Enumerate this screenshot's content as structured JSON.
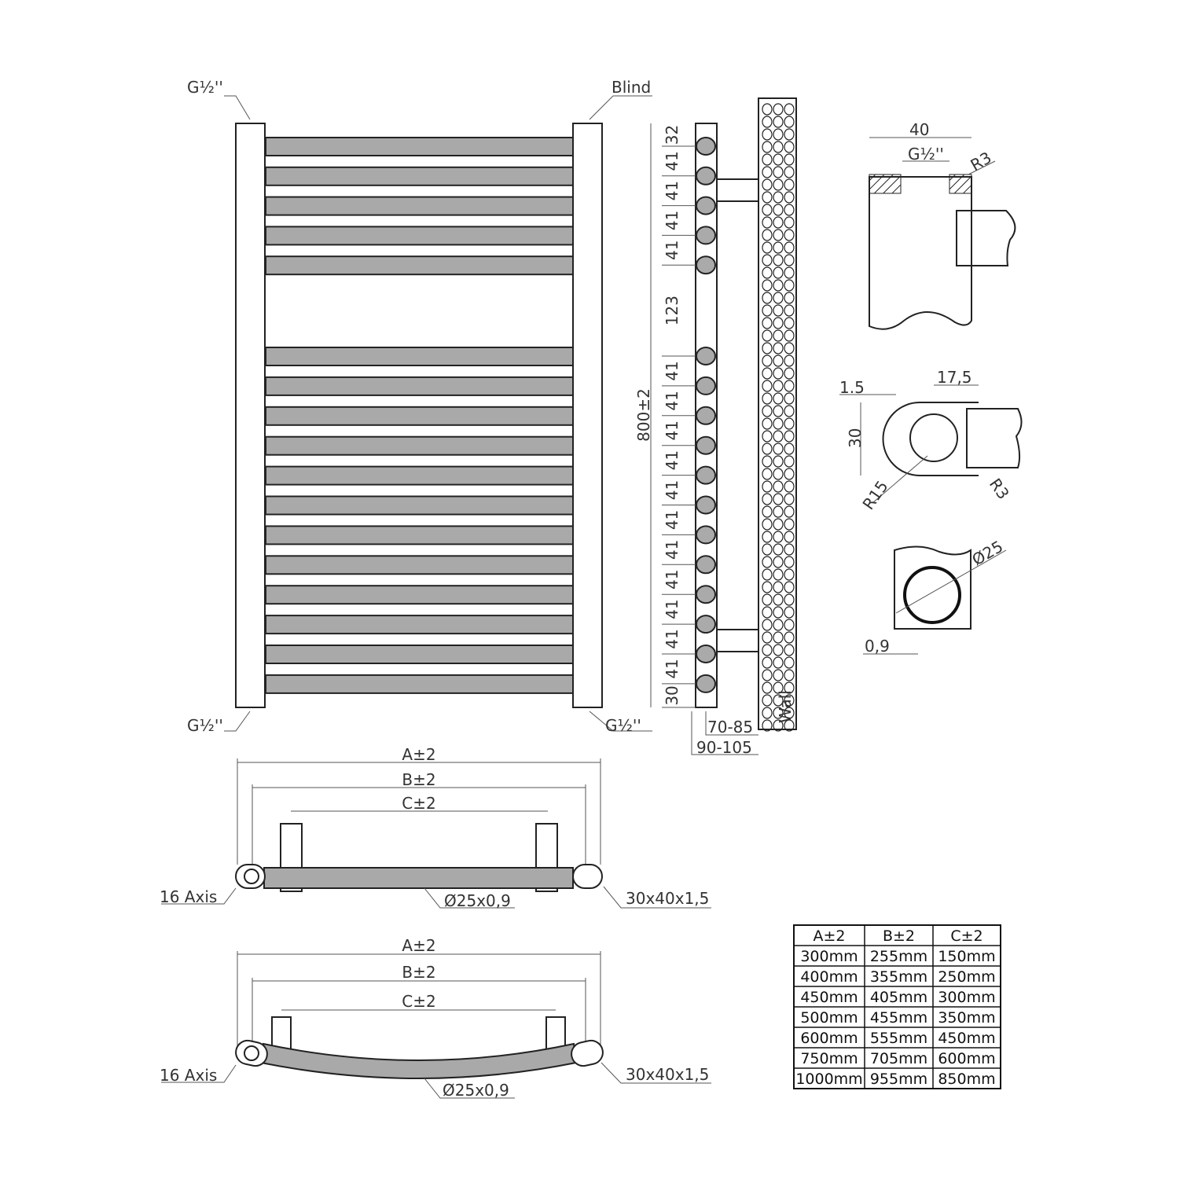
{
  "front_view": {
    "top_left_label": "G½''",
    "top_right_label": "Blind",
    "bottom_left_label": "G½''",
    "bottom_right_label": "G½''",
    "top_bar_count": 5,
    "bottom_bar_count": 12
  },
  "side_view": {
    "height_label": "800±2",
    "spacings": [
      "32",
      "41",
      "41",
      "41",
      "41",
      "123",
      "41",
      "41",
      "41",
      "41",
      "41",
      "41",
      "41",
      "41",
      "41",
      "41",
      "41",
      "30"
    ],
    "depth_inner": "70-85",
    "depth_outer": "90-105",
    "wall_label": "Wall"
  },
  "details": {
    "header_width": "40",
    "header_thread": "G½''",
    "header_radius": "R3",
    "profile_wall": "1.5",
    "profile_offset": "17,5",
    "profile_height": "30",
    "profile_radius": "R15",
    "profile_radius_small": "R3",
    "tube_diameter": "Ø25",
    "tube_wall": "0,9"
  },
  "top_view_straight": {
    "a": "A±2",
    "b": "B±2",
    "c": "C±2",
    "axis": "16 Axis",
    "tube": "Ø25x0,9",
    "profile": "30x40x1,5"
  },
  "top_view_curved": {
    "a": "A±2",
    "b": "B±2",
    "c": "C±2",
    "axis": "16 Axis",
    "tube": "Ø25x0,9",
    "profile": "30x40x1,5"
  },
  "size_table": {
    "headers": [
      "A±2",
      "B±2",
      "C±2"
    ],
    "rows": [
      [
        "300mm",
        "255mm",
        "150mm"
      ],
      [
        "400mm",
        "355mm",
        "250mm"
      ],
      [
        "450mm",
        "405mm",
        "300mm"
      ],
      [
        "500mm",
        "455mm",
        "350mm"
      ],
      [
        "600mm",
        "555mm",
        "450mm"
      ],
      [
        "750mm",
        "705mm",
        "600mm"
      ],
      [
        "1000mm",
        "955mm",
        "850mm"
      ]
    ]
  }
}
